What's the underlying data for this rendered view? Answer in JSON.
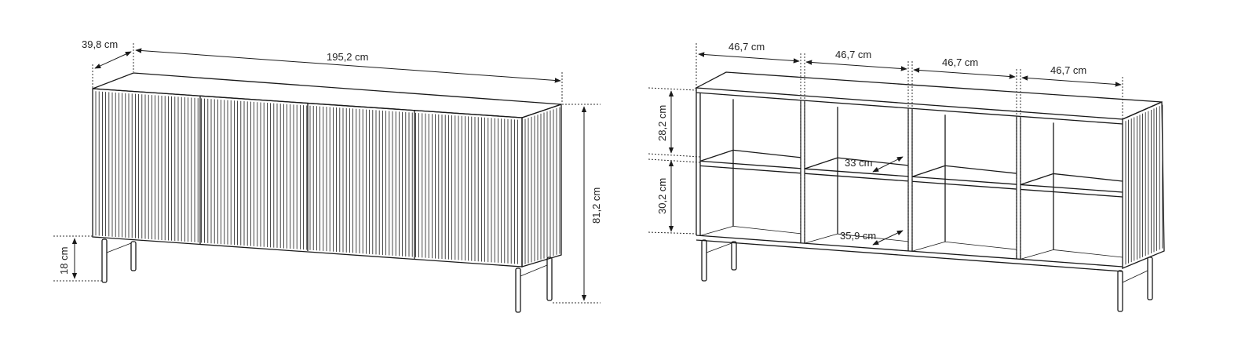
{
  "closed_view": {
    "depth_label": "39,8 cm",
    "width_label": "195,2 cm",
    "height_label": "81,2 cm",
    "leg_height_label": "18 cm"
  },
  "open_view": {
    "compartment_width_labels": [
      "46,7 cm",
      "46,7 cm",
      "46,7 cm",
      "46,7 cm"
    ],
    "upper_height_label": "28,2 cm",
    "lower_height_label": "30,2 cm",
    "shelf_depth_label": "33 cm",
    "bottom_depth_label": "35,9 cm"
  },
  "colors": {
    "line": "#1a1a1a",
    "background": "#ffffff"
  }
}
